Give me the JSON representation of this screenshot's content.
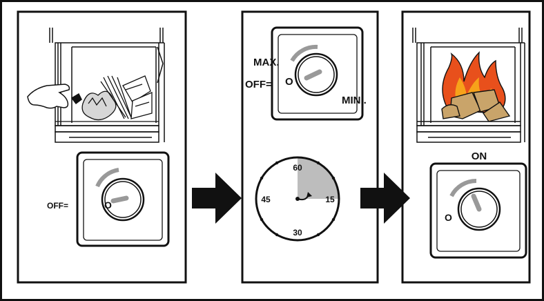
{
  "panel1": {
    "dial": {
      "off_label": "OFF=",
      "zero_mark": "O"
    }
  },
  "panel2": {
    "dial": {
      "max_label": "MAX.",
      "off_label": "OFF=",
      "zero_mark": "O",
      "min_label": "MINI."
    },
    "clock": {
      "tick_60": "60",
      "tick_15": "15",
      "tick_30": "30",
      "tick_45": "45"
    }
  },
  "panel3": {
    "on_label": "ON",
    "dial": {
      "zero_mark": "O"
    }
  },
  "colors": {
    "line": "#111111",
    "flame_outer": "#e8501c",
    "flame_inner": "#f7a21a",
    "wood": "#c9a46a",
    "clock_sector": "#bdbdbd"
  }
}
